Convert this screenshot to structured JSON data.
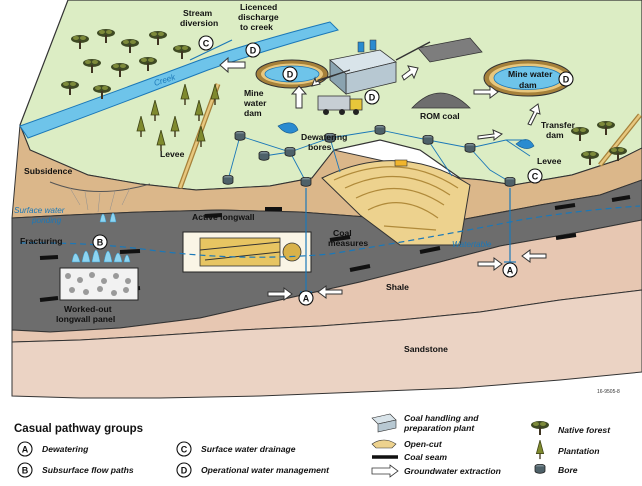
{
  "labels": {
    "stream_diversion_1": "Stream",
    "stream_diversion_2": "diversion",
    "licenced_1": "Licenced",
    "licenced_2": "discharge",
    "licenced_3": "to creek",
    "creek": "Creek",
    "mine_water_dam_left_1": "Mine",
    "mine_water_dam_left_2": "water",
    "mine_water_dam_left_3": "dam",
    "mine_water_dam_right_1": "Mine water",
    "mine_water_dam_right_2": "dam",
    "dewatering_bores_1": "Dewatering",
    "dewatering_bores_2": "bores",
    "rom_coal": "ROM coal",
    "transfer_dam_1": "Transfer",
    "transfer_dam_2": "dam",
    "levee_left": "Levee",
    "levee_right": "Levee",
    "subsidence": "Subsidence",
    "surface_water_ponding_1": "Surface water",
    "surface_water_ponding_2": "ponding",
    "active_longwall": "Active longwall",
    "fracturing": "Fracturing",
    "coal_measures_1": "Coal",
    "coal_measures_2": "measures",
    "watertable": "Watertable",
    "shale": "Shale",
    "worked_out_1": "Worked-out",
    "worked_out_2": "longwall panel",
    "sandstone": "Sandstone",
    "figure_id": "16-9505-8"
  },
  "markers": {
    "stream_diversion": "C",
    "licenced_discharge": "D",
    "mine_water_dam_left": "D",
    "truck": "D",
    "mine_water_dam_right": "D",
    "levee_right": "C",
    "fracturing": "B",
    "bore_left": "A",
    "bore_right": "A"
  },
  "legend": {
    "title": "Casual pathway groups",
    "groups": [
      {
        "code": "A",
        "label": "Dewatering"
      },
      {
        "code": "B",
        "label": "Subsurface flow paths"
      },
      {
        "code": "C",
        "label": "Surface water drainage"
      },
      {
        "code": "D",
        "label": "Operational water management"
      }
    ],
    "symbols_1_1": "Coal handling and",
    "symbols_1_2": "preparation plant",
    "symbols_2": "Open-cut",
    "symbols_3": "Coal seam",
    "symbols_4": "Groundwater extraction",
    "symbols_5": "Native forest",
    "symbols_6": "Plantation",
    "symbols_7": "Bore"
  },
  "colors": {
    "ground_surface": "#dcedc4",
    "soil_layer": "#dbb78a",
    "coal_measures": "#6d6d6d",
    "shale": "#e7c7b2",
    "sandstone": "#ebd3c4",
    "water": "#6ec4ea",
    "open_cut": "#edd28e",
    "accent_blue": "#1b78b8"
  }
}
